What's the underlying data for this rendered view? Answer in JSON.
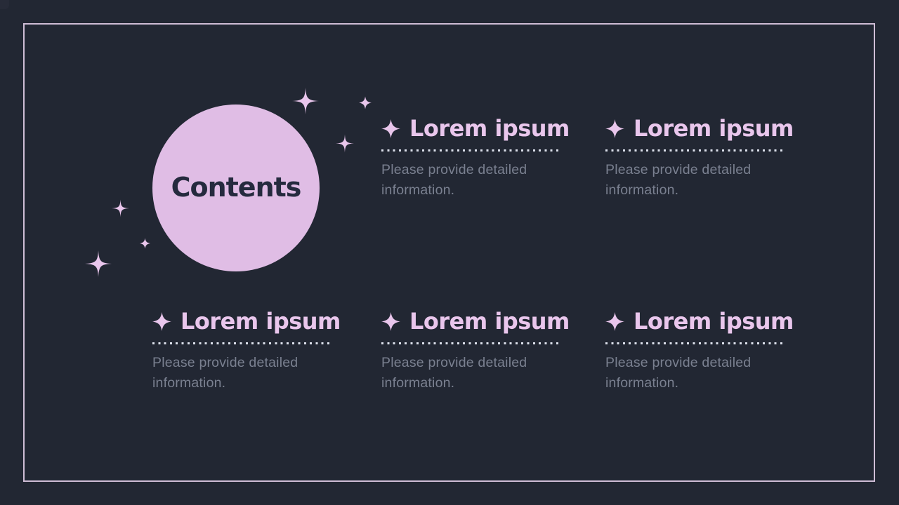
{
  "slide": {
    "circle_title": "Contents",
    "sections": [
      {
        "title": "Lorem ipsum",
        "description": "Please provide detailed information."
      },
      {
        "title": "Lorem ipsum",
        "description": "Please provide detailed information."
      },
      {
        "title": "Lorem ipsum",
        "description": "Please provide detailed information."
      },
      {
        "title": "Lorem ipsum",
        "description": "Please provide detailed information."
      },
      {
        "title": "Lorem ipsum",
        "description": "Please provide detailed information."
      }
    ],
    "icons": {
      "section_bullet": "sparkle-icon",
      "decorations": [
        "twinkle-icon",
        "diamond-icon"
      ]
    },
    "colors": {
      "bg": "#222733",
      "border_pink": "#cfbdd6",
      "circle_pink": "#e0bde5",
      "accent_pink": "#e9c6ec",
      "dark_text": "#252a3e",
      "body_text": "#7a8090",
      "dot_color": "#dce0eb"
    }
  }
}
